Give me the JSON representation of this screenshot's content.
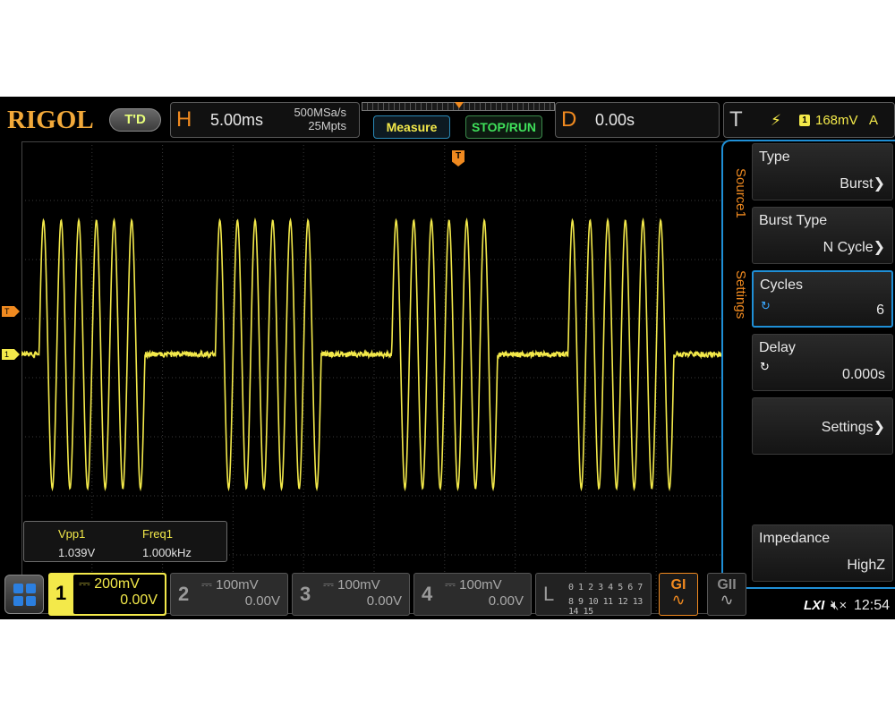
{
  "brand": {
    "logo": "RIGOL",
    "badge": "T'D"
  },
  "horizontal": {
    "letter": "H",
    "timebase": "5.00ms",
    "sample_rate": "500MSa/s",
    "memory_depth": "25Mpts"
  },
  "buttons": {
    "measure": "Measure",
    "stop_run": "STOP/RUN"
  },
  "delay": {
    "letter": "D",
    "value": "0.00s"
  },
  "trigger": {
    "letter": "T",
    "edge_icon": "lightning-edge-icon",
    "edge_glyph": "⚡",
    "source": "1",
    "level": "168mV",
    "mode": "A"
  },
  "markers": {
    "trigger_level": "T",
    "channel1": "1",
    "trigger_position": "T"
  },
  "measurements": [
    {
      "label": "Vpp1",
      "value": "1.039V"
    },
    {
      "label": "Freq1",
      "value": "1.000kHz"
    }
  ],
  "menu": {
    "tabs": [
      "Source1",
      "Settings"
    ],
    "items": [
      {
        "title": "Type",
        "value": "Burst"
      },
      {
        "title": "Burst Type",
        "value": "N Cycle"
      },
      {
        "title": "Cycles",
        "value": "6"
      },
      {
        "title": "Delay",
        "value": "0.000s"
      },
      {
        "title": "",
        "value": "Settings"
      },
      {
        "title": "Impedance",
        "value": "HighZ"
      }
    ]
  },
  "channels": [
    {
      "number": "1",
      "scale": "200mV",
      "offset": "0.00V",
      "color": "#f3e94a"
    },
    {
      "number": "2",
      "scale": "100mV",
      "offset": "0.00V"
    },
    {
      "number": "3",
      "scale": "100mV",
      "offset": "0.00V"
    },
    {
      "number": "4",
      "scale": "100mV",
      "offset": "0.00V"
    }
  ],
  "logic": {
    "letter": "L",
    "row1": "0 1 2 3  4 5 6 7",
    "row2": "8 9 10 11 12 13 14 15"
  },
  "generators": [
    {
      "label": "GI",
      "wave": "∿"
    },
    {
      "label": "GII",
      "wave": "∿"
    }
  ],
  "status": {
    "lxi": "LXI",
    "speaker_icon": "speaker-muted-icon",
    "speaker_glyph": "🔇︎×",
    "time": "12:54"
  },
  "waveform": {
    "channel": "1",
    "bursts": 4,
    "cycles_per_burst": 6,
    "color": "#f3e94a"
  }
}
